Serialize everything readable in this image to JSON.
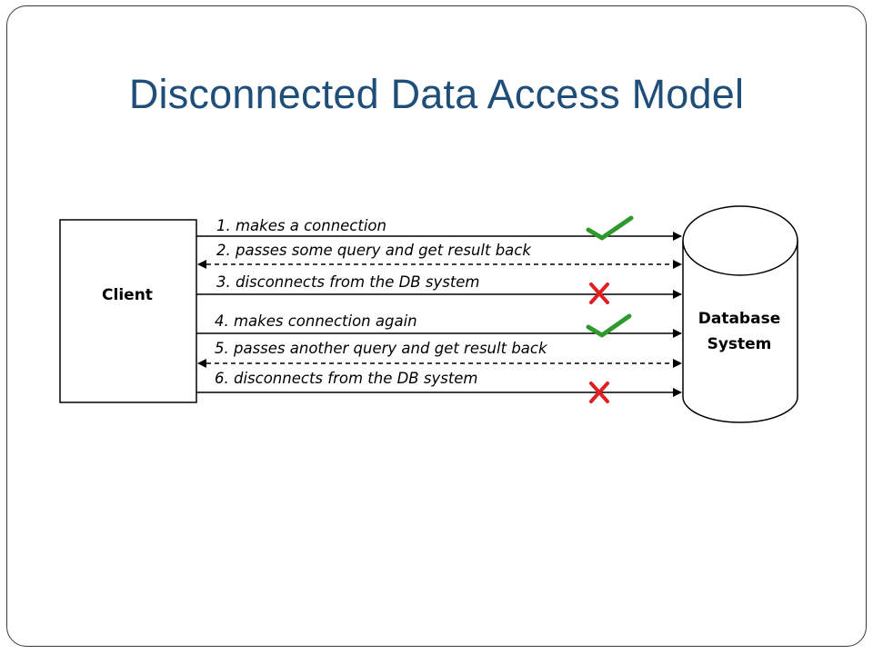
{
  "slide": {
    "title": "Disconnected Data Access Model"
  },
  "diagram": {
    "client_label": "Client",
    "database_label_line1": "Database",
    "database_label_line2": "System",
    "steps": [
      {
        "label": "1. makes a connection",
        "direction": "to-db",
        "line": "solid",
        "status": "check"
      },
      {
        "label": "2. passes some query and get result back",
        "direction": "both",
        "line": "dashed",
        "status": "none"
      },
      {
        "label": "3. disconnects from the DB system",
        "direction": "to-db",
        "line": "solid",
        "status": "cross"
      },
      {
        "label": "4. makes connection again",
        "direction": "to-db",
        "line": "solid",
        "status": "check"
      },
      {
        "label": "5. passes another query and get result back",
        "direction": "both",
        "line": "dashed",
        "status": "none"
      },
      {
        "label": "6. disconnects from the DB system",
        "direction": "to-db",
        "line": "solid",
        "status": "cross"
      }
    ],
    "colors": {
      "check": "#2e9a2e",
      "cross": "#e02020",
      "lines": "#000000",
      "title": "#1f4e79"
    }
  }
}
